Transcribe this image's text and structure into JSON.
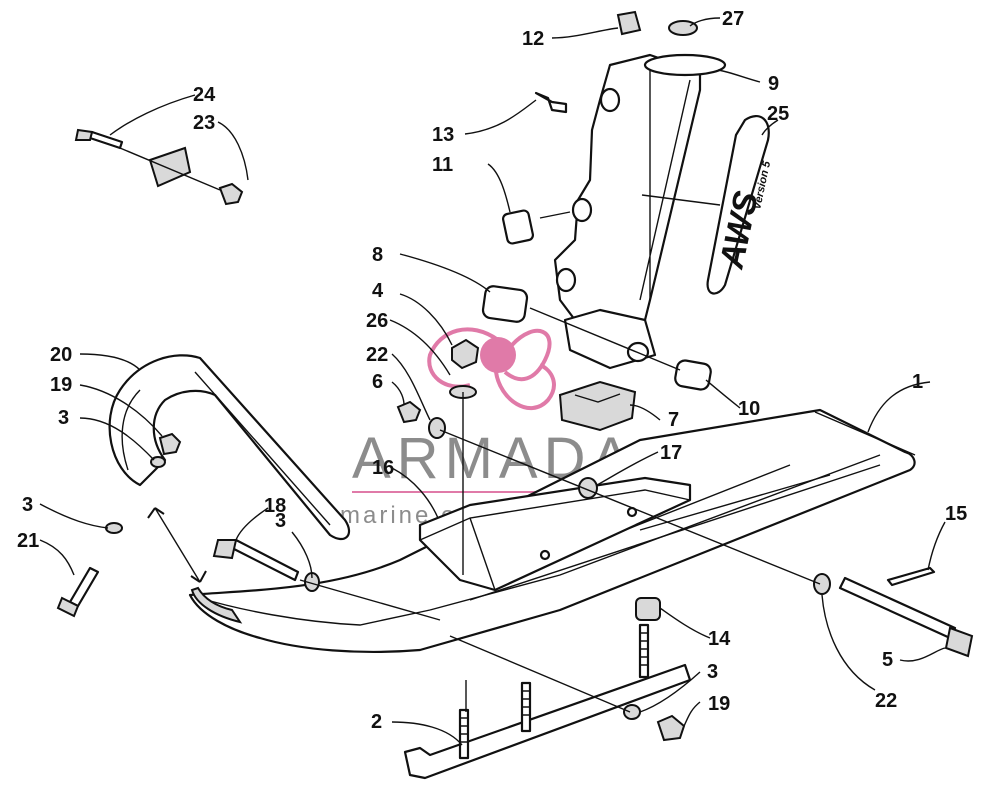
{
  "diagram": {
    "callouts": [
      {
        "id": "c1",
        "text": "1"
      },
      {
        "id": "c2",
        "text": "2"
      },
      {
        "id": "c3a",
        "text": "3"
      },
      {
        "id": "c3b",
        "text": "3"
      },
      {
        "id": "c3c",
        "text": "3"
      },
      {
        "id": "c3d",
        "text": "3"
      },
      {
        "id": "c4",
        "text": "4"
      },
      {
        "id": "c5",
        "text": "5"
      },
      {
        "id": "c6",
        "text": "6"
      },
      {
        "id": "c7",
        "text": "7"
      },
      {
        "id": "c8",
        "text": "8"
      },
      {
        "id": "c9",
        "text": "9"
      },
      {
        "id": "c10",
        "text": "10"
      },
      {
        "id": "c11",
        "text": "11"
      },
      {
        "id": "c12",
        "text": "12"
      },
      {
        "id": "c13",
        "text": "13"
      },
      {
        "id": "c14",
        "text": "14"
      },
      {
        "id": "c15",
        "text": "15"
      },
      {
        "id": "c16",
        "text": "16"
      },
      {
        "id": "c17",
        "text": "17"
      },
      {
        "id": "c18",
        "text": "18"
      },
      {
        "id": "c19a",
        "text": "19"
      },
      {
        "id": "c19b",
        "text": "19"
      },
      {
        "id": "c20",
        "text": "20"
      },
      {
        "id": "c21",
        "text": "21"
      },
      {
        "id": "c22a",
        "text": "22"
      },
      {
        "id": "c22b",
        "text": "22"
      },
      {
        "id": "c23",
        "text": "23"
      },
      {
        "id": "c24",
        "text": "24"
      },
      {
        "id": "c25",
        "text": "25"
      },
      {
        "id": "c26",
        "text": "26"
      },
      {
        "id": "c27",
        "text": "27"
      }
    ],
    "decal": {
      "main": "AWS",
      "sub": "Version 5"
    },
    "watermark": {
      "title": "ARMADA",
      "subtitle": "marine outboards",
      "accent_color": "#e07aa8"
    }
  }
}
